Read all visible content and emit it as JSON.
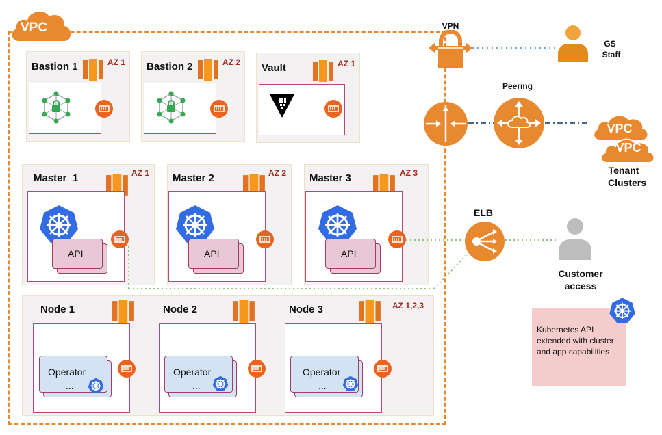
{
  "vpc": {
    "label": "VPC"
  },
  "bastions": [
    {
      "name": "Bastion 1",
      "az": "AZ 1"
    },
    {
      "name": "Bastion 2",
      "az": "AZ 2"
    }
  ],
  "vault": {
    "name": "Vault",
    "az": "AZ 1"
  },
  "masters": [
    {
      "name": "Master  1",
      "az": "AZ 1",
      "api": "API"
    },
    {
      "name": "Master 2",
      "az": "AZ 2",
      "api": "API"
    },
    {
      "name": "Master 3",
      "az": "AZ 3",
      "api": "API"
    }
  ],
  "nodes": [
    {
      "name": "Node 1",
      "operator": "Operator",
      "dots": "..."
    },
    {
      "name": "Node 2",
      "operator": "Operator",
      "dots": "..."
    },
    {
      "name": "Node 3",
      "operator": "Operator",
      "dots": "..."
    }
  ],
  "nodes_az": "AZ 1,2,3",
  "vpn": {
    "label": "VPN"
  },
  "staff": {
    "label_line1": "GS",
    "label_line2": "Staff"
  },
  "peering": {
    "label": "Peering"
  },
  "tenant": {
    "vpc1": "VPC",
    "vpc2": "VPC",
    "label_line1": "Tenant",
    "label_line2": "Clusters"
  },
  "elb": {
    "label": "ELB"
  },
  "customer": {
    "label_line1": "Customer",
    "label_line2": "access"
  },
  "note": {
    "text": "Kubernetes API extended with cluster and app capabilities"
  },
  "colors": {
    "aws_orange": "#e8892f",
    "eni_orange": "#e8641f",
    "k8s_blue": "#326ce5",
    "note_pink": "#f4cccc",
    "az_red": "#a5281b"
  }
}
